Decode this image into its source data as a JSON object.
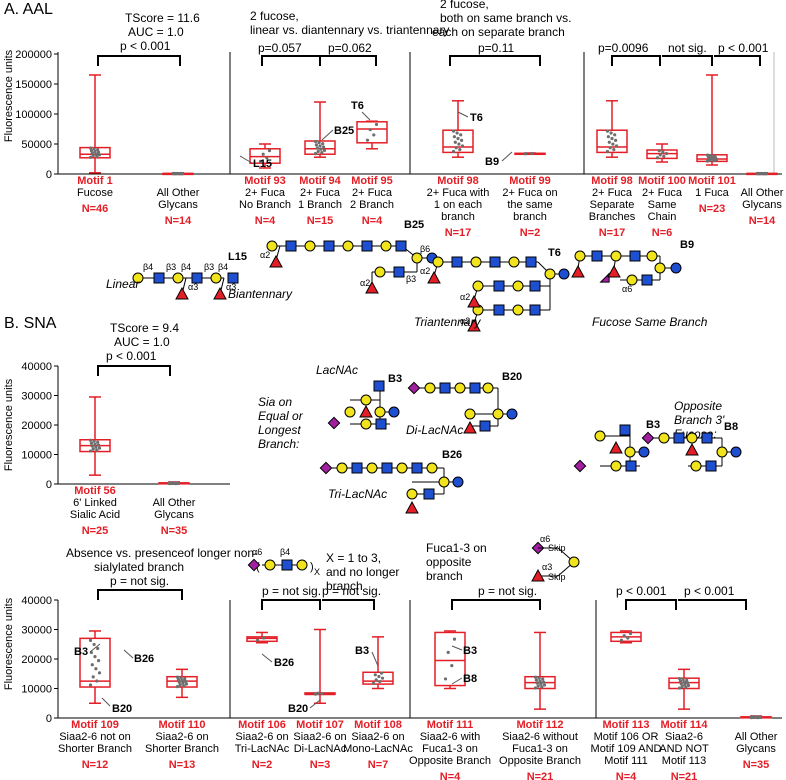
{
  "panels": {
    "a_title": "A. AAL",
    "b_title": "B. SNA",
    "ylabel": "Fluorescence units"
  },
  "colors": {
    "box": "#e41e26",
    "points": "#6e6e6e",
    "glc_blue": "#1f4fd1",
    "gal_yellow": "#f2e41c",
    "fuc_red": "#e41e26",
    "sia_purple": "#a020a0"
  },
  "chart_data": [
    {
      "type": "box",
      "title": "A. AAL",
      "ylabel": "Fluorescence units",
      "ylim": [
        0,
        200000
      ],
      "yticks": [
        "0",
        "50000",
        "100000",
        "150000",
        "200000"
      ],
      "groups": [
        {
          "id": "a1",
          "motif": "Motif 1",
          "desc": [
            "Fucose"
          ],
          "n": "N=46",
          "min": 2000,
          "q1": 27000,
          "median": 33000,
          "q3": 44000,
          "max": 165000
        },
        {
          "id": "a2",
          "motif": "",
          "desc": [
            "All Other",
            "Glycans"
          ],
          "n": "N=14",
          "min": 0,
          "q1": 300,
          "median": 600,
          "q3": 1000,
          "max": 2000
        },
        {
          "id": "a3",
          "motif": "Motif 93",
          "desc": [
            "2+ Fuca",
            "No Branch"
          ],
          "n": "N=4",
          "min": 10000,
          "q1": 18000,
          "median": 29000,
          "q3": 42000,
          "max": 50000
        },
        {
          "id": "a4",
          "motif": "Motif 94",
          "desc": [
            "2+ Fuca",
            "1 Branch"
          ],
          "n": "N=15",
          "min": 28000,
          "q1": 33000,
          "median": 42000,
          "q3": 55000,
          "max": 120000
        },
        {
          "id": "a5",
          "motif": "Motif 95",
          "desc": [
            "2+ Fuca",
            "2 Branch"
          ],
          "n": "N=4",
          "min": 42000,
          "q1": 52000,
          "median": 75000,
          "q3": 87000,
          "max": 88000
        },
        {
          "id": "a6",
          "motif": "Motif 98",
          "desc": [
            "2+ Fuca with",
            "1 on each",
            "branch"
          ],
          "n": "N=17",
          "min": 28000,
          "q1": 36000,
          "median": 45000,
          "q3": 73000,
          "max": 122000
        },
        {
          "id": "a7",
          "motif": "Motif 99",
          "desc": [
            "2+ Fuca on",
            "the same",
            "branch"
          ],
          "n": "N=2",
          "min": 33000,
          "q1": 33500,
          "median": 34000,
          "q3": 34500,
          "max": 35000
        },
        {
          "id": "a8",
          "motif": "Motif 98",
          "desc": [
            "2+ Fuca",
            "Separate",
            "Branches"
          ],
          "n": "N=17",
          "min": 28000,
          "q1": 36000,
          "median": 45000,
          "q3": 73000,
          "max": 122000
        },
        {
          "id": "a9",
          "motif": "Motif 100",
          "desc": [
            "2+ Fuca",
            "Same",
            "Chain"
          ],
          "n": "N=6",
          "min": 20000,
          "q1": 26000,
          "median": 34000,
          "q3": 40000,
          "max": 50000
        },
        {
          "id": "a10",
          "motif": "Motif 101",
          "desc": [
            "1 Fuca"
          ],
          "n": "N=23",
          "min": 15000,
          "q1": 21000,
          "median": 25000,
          "q3": 32000,
          "max": 165000
        },
        {
          "id": "a11",
          "motif": "",
          "desc": [
            "All Other",
            "Glycans"
          ],
          "n": "N=14",
          "min": 0,
          "q1": 300,
          "median": 600,
          "q3": 1000,
          "max": 2000
        }
      ],
      "annotations": [
        {
          "lines": [
            "TScore = 11.6",
            "AUC = 1.0",
            "p < 0.001"
          ]
        },
        {
          "lines": [
            "2 fucose,",
            "linear vs. diantennary vs. triantennary"
          ]
        },
        {
          "lines": [
            "p=0.057",
            "p=0.062"
          ]
        },
        {
          "lines": [
            "2 fucose,",
            "both on same branch vs.",
            "each on separate branch"
          ]
        },
        {
          "lines": [
            "p=0.11"
          ]
        },
        {
          "lines": [
            "p=0.0096",
            "not sig.",
            "p < 0.001"
          ]
        }
      ],
      "point_labels": [
        "L15",
        "B25",
        "T6",
        "T6",
        "B9"
      ]
    },
    {
      "type": "box",
      "title": "B. SNA",
      "ylabel": "Fluorescence units",
      "ylim": [
        0,
        40000
      ],
      "yticks": [
        "0",
        "10000",
        "20000",
        "30000",
        "40000"
      ],
      "groups": [
        {
          "id": "b1",
          "motif": "Motif 56",
          "desc": [
            "6' Linked",
            "Sialic Acid"
          ],
          "n": "N=25",
          "min": 3000,
          "q1": 11000,
          "median": 13000,
          "q3": 15000,
          "max": 29500
        },
        {
          "id": "b2",
          "motif": "",
          "desc": [
            "All Other",
            "Glycans"
          ],
          "n": "N=35",
          "min": 0,
          "q1": 100,
          "median": 200,
          "q3": 400,
          "max": 700
        }
      ],
      "annotations": [
        {
          "lines": [
            "TScore = 9.4",
            "AUC = 1.0",
            "p < 0.001"
          ]
        }
      ]
    },
    {
      "type": "box",
      "title": "",
      "ylabel": "Fluorescence units",
      "ylim": [
        0,
        40000
      ],
      "yticks": [
        "0",
        "10000",
        "20000",
        "30000",
        "40000"
      ],
      "groups": [
        {
          "id": "c1",
          "motif": "Motif 109",
          "desc": [
            "Siaa2-6 not on",
            "Shorter Branch"
          ],
          "n": "N=12",
          "min": 5000,
          "q1": 10500,
          "median": 12500,
          "q3": 27000,
          "max": 29500
        },
        {
          "id": "c2",
          "motif": "Motif 110",
          "desc": [
            "Siaa2-6 on",
            "Shorter Branch"
          ],
          "n": "N=13",
          "min": 7000,
          "q1": 10500,
          "median": 12500,
          "q3": 14000,
          "max": 16500
        },
        {
          "id": "c3",
          "motif": "Motif 106",
          "desc": [
            "Siaa2-6 on",
            "Tri-LacNAc"
          ],
          "n": "N=2",
          "min": 25500,
          "q1": 26000,
          "median": 27000,
          "q3": 27500,
          "max": 29000
        },
        {
          "id": "c4",
          "motif": "Motif 107",
          "desc": [
            "Siaa2-6 on",
            "Di-LacNAc"
          ],
          "n": "N=3",
          "min": 5000,
          "q1": 8000,
          "median": 8000,
          "q3": 8500,
          "max": 30000
        },
        {
          "id": "c5",
          "motif": "Motif 108",
          "desc": [
            "Siaa2-6 on",
            "Mono-LacNAc"
          ],
          "n": "N=7",
          "min": 10000,
          "q1": 11500,
          "median": 12500,
          "q3": 15500,
          "max": 27500
        },
        {
          "id": "c6",
          "motif": "Motif 111",
          "desc": [
            "Siaa2-6 with",
            "Fuca1-3 on",
            "Opposite Branch"
          ],
          "n": "N=4",
          "min": 10000,
          "q1": 11000,
          "median": 19500,
          "q3": 29000,
          "max": 29500
        },
        {
          "id": "c7",
          "motif": "Motif 112",
          "desc": [
            "Siaa2-6 without",
            "Fuca1-3 on",
            "Opposite Branch"
          ],
          "n": "N=21",
          "min": 3000,
          "q1": 10000,
          "median": 12000,
          "q3": 14000,
          "max": 29000
        },
        {
          "id": "c8",
          "motif": "Motif 113",
          "desc": [
            "Motif 106 OR",
            "Motif 109 AND",
            "Motif 111"
          ],
          "n": "N=4",
          "min": 25500,
          "q1": 26000,
          "median": 27500,
          "q3": 29000,
          "max": 29500
        },
        {
          "id": "c9",
          "motif": "Motif 114",
          "desc": [
            "Siaa2-6",
            "AND NOT",
            "Motif 113"
          ],
          "n": "N=21",
          "min": 3000,
          "q1": 10000,
          "median": 12000,
          "q3": 13500,
          "max": 16500
        },
        {
          "id": "c10",
          "motif": "",
          "desc": [
            "All Other",
            "Glycans"
          ],
          "n": "N=35",
          "min": 0,
          "q1": 100,
          "median": 200,
          "q3": 400,
          "max": 700
        }
      ],
      "annotations": [
        {
          "lines": [
            "Absence vs. presence",
            "of longer non-",
            "sialylated branch",
            "p = not sig."
          ]
        },
        {
          "lines": [
            "X = 1 to 3,",
            "and no longer",
            "branch"
          ]
        },
        {
          "lines": [
            "p = not sig.",
            "p = not sig."
          ]
        },
        {
          "lines": [
            "Fuca1-3 on",
            "opposite",
            "branch",
            "p = not sig."
          ]
        },
        {
          "lines": [
            "p < 0.001",
            "p < 0.001"
          ]
        }
      ],
      "point_labels": [
        "B3",
        "B26",
        "B20",
        "B26",
        "B20",
        "B3",
        "B3",
        "B8"
      ]
    }
  ],
  "glycans": {
    "captions": [
      "Linear",
      "Biantennary",
      "Triantennary",
      "Fucose Same Branch"
    ],
    "ids_a": [
      "L15",
      "B25",
      "T6",
      "B9"
    ],
    "captions_b": [
      "LacNAc",
      "Di-LacNAc",
      "Tri-LacNAc",
      "Sia on",
      "Equal or",
      "Longest",
      "Branch:",
      "Opposite",
      "Branch 3'",
      "Fucose:"
    ],
    "ids_b": [
      "B3",
      "B20",
      "B26",
      "B3",
      "B8"
    ],
    "schematic": [
      "Skip",
      "Skip",
      "X"
    ],
    "linkages": [
      "β4",
      "β3",
      "β6",
      "α3",
      "α2",
      "α6"
    ]
  }
}
